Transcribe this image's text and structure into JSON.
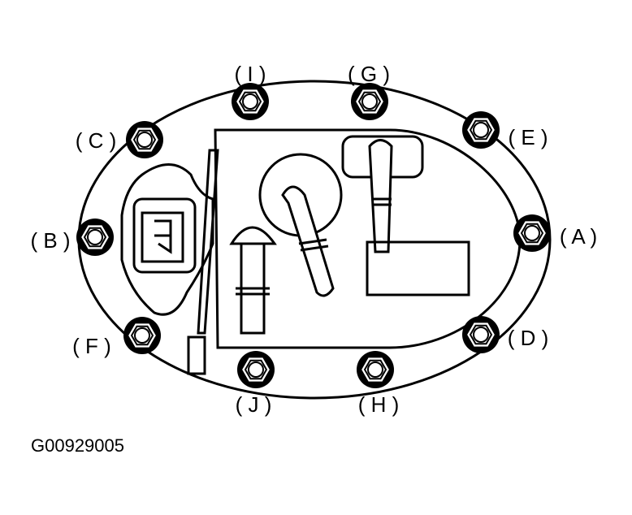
{
  "figure_id": "G00929005",
  "labels": {
    "A": "( A )",
    "B": "( B )",
    "C": "( C )",
    "D": "( D )",
    "E": "( E )",
    "F": "( F )",
    "G": "( G )",
    "H": "( H )",
    "I": "( I )",
    "J": "( J )"
  }
}
